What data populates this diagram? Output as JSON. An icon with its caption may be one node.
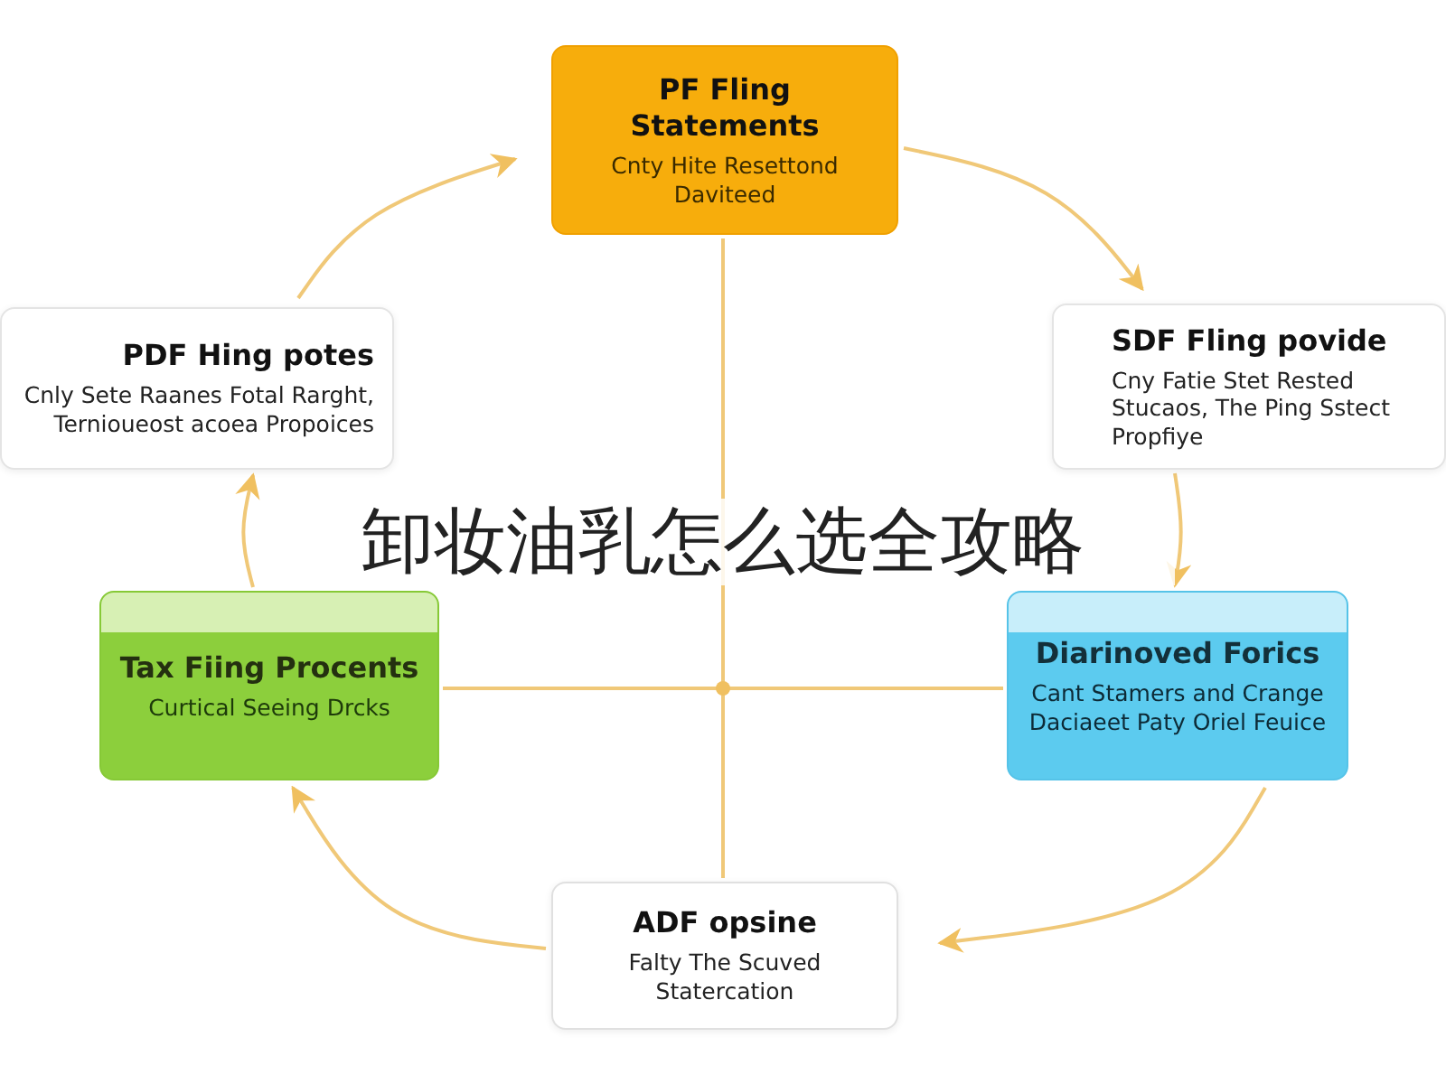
{
  "diagram": {
    "title": "卸妆油乳怎么选全攻略",
    "nodes": [
      {
        "text": [
          "PF Fling Statements",
          "Cnty Hite Resettond Daviteed"
        ]
      },
      {
        "text": [
          "PDF Hing potes",
          "Cnly Sete Raanes Fotal Rarght, Ternioueost acoea Propoices"
        ]
      },
      {
        "text": [
          "SDF Fling povide",
          "Cny Fatie Stet Rested Stucaos, The Ping Sstect Propfiye"
        ]
      },
      {
        "text": [
          "Tax Fiing Procents",
          "Curtical Seeing Drcks"
        ]
      },
      {
        "text": [
          "Diarinoved Forics",
          "Cant Stamers and Crange Daciaeet Paty Oriel Feuice"
        ]
      },
      {
        "text": [
          "ADF opsine",
          "Falty The Scuved Statercation"
        ]
      }
    ],
    "edges": [
      {
        "from": 1,
        "to": 0,
        "arrow": "to"
      },
      {
        "from": 0,
        "to": 2,
        "arrow": "to"
      },
      {
        "from": 2,
        "to": 4,
        "arrow": "to"
      },
      {
        "from": 4,
        "to": 5,
        "arrow": "to"
      },
      {
        "from": 5,
        "to": 3,
        "arrow": "to"
      },
      {
        "from": 3,
        "to": 1,
        "arrow": "to"
      },
      {
        "from": 0,
        "to": 5,
        "arrow": "none"
      },
      {
        "from": 3,
        "to": 4,
        "arrow": "none"
      }
    ]
  }
}
